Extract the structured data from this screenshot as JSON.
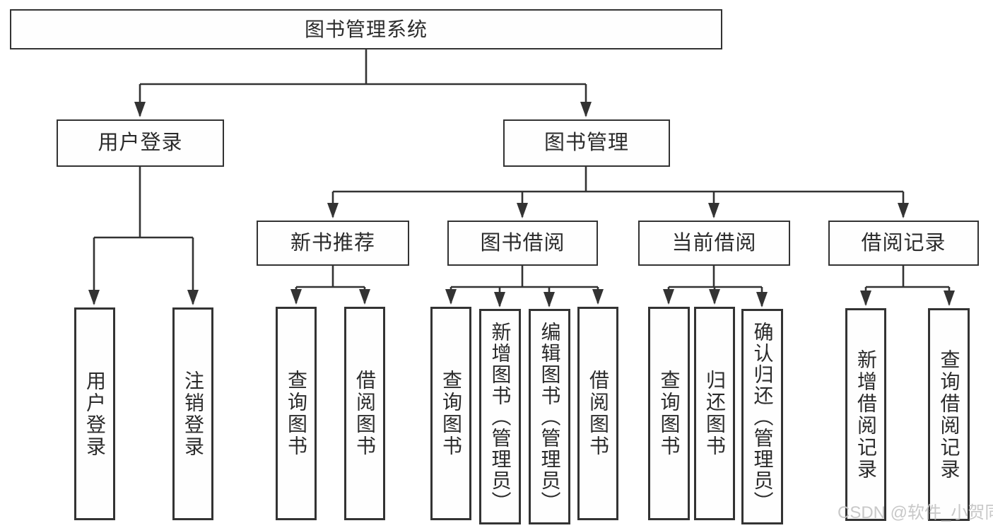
{
  "colors": {
    "background": "#ffffff",
    "line": "#333333",
    "box_border": "#333333",
    "box_fill": "#fefefe",
    "text": "#2b2b2b",
    "watermark": "#c5c5c5"
  },
  "watermark": {
    "text": "CSDN @软件_小贺同学"
  },
  "diagram": {
    "type": "hierarchy-tree",
    "root": {
      "label": "图书管理系统",
      "children": [
        {
          "label": "用户登录",
          "children": [
            {
              "label": "用户登录"
            },
            {
              "label": "注销登录"
            }
          ]
        },
        {
          "label": "图书管理",
          "children": [
            {
              "label": "新书推荐",
              "children": [
                {
                  "label": "查询图书"
                },
                {
                  "label": "借阅图书"
                }
              ]
            },
            {
              "label": "图书借阅",
              "children": [
                {
                  "label": "查询图书"
                },
                {
                  "label": "新增图书（管理员）"
                },
                {
                  "label": "编辑图书（管理员）"
                },
                {
                  "label": "借阅图书"
                }
              ]
            },
            {
              "label": "当前借阅",
              "children": [
                {
                  "label": "查询图书"
                },
                {
                  "label": "归还图书"
                },
                {
                  "label": "确认归还（管理员）"
                }
              ]
            },
            {
              "label": "借阅记录",
              "children": [
                {
                  "label": "新增借阅记录"
                },
                {
                  "label": "查询借阅记录"
                }
              ]
            }
          ]
        }
      ]
    }
  }
}
